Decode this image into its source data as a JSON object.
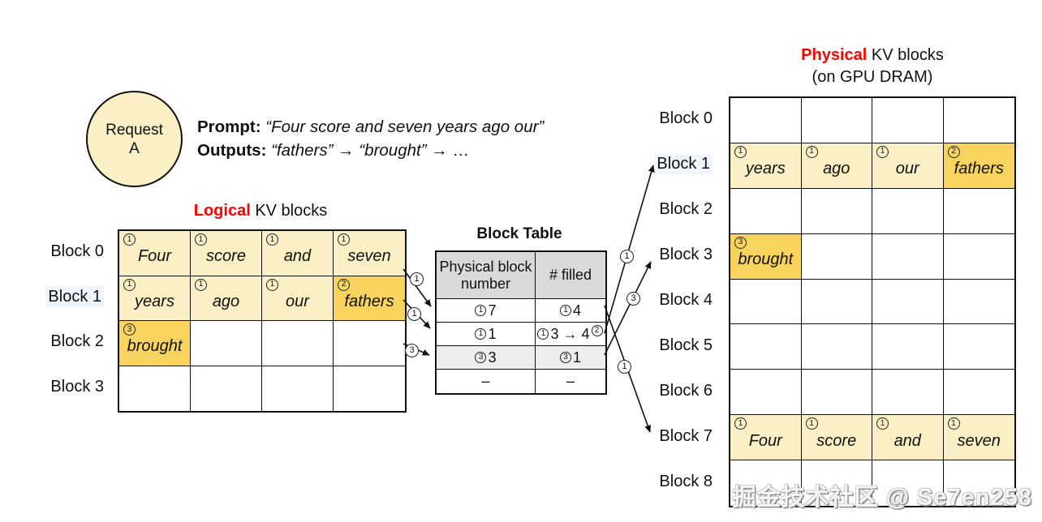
{
  "request_node": {
    "line1": "Request",
    "line2": "A"
  },
  "prompt_panel": {
    "prompt_label": "Prompt:",
    "prompt_value": "“Four score and seven years ago our”",
    "outputs_label": "Outputs:",
    "outputs_word1": "“fathers”",
    "outputs_arrow1": "→",
    "outputs_word2": "“brought”",
    "outputs_arrow2": "→",
    "outputs_ellipsis": "…"
  },
  "logical": {
    "title_accent": "Logical",
    "title_rest": " KV blocks",
    "row_labels": [
      "Block 0",
      "Block 1",
      "Block 2",
      "Block 3"
    ],
    "cells": {
      "r0c0": {
        "badge": "1",
        "word": "Four"
      },
      "r0c1": {
        "badge": "1",
        "word": "score"
      },
      "r0c2": {
        "badge": "1",
        "word": "and"
      },
      "r0c3": {
        "badge": "1",
        "word": "seven"
      },
      "r1c0": {
        "badge": "1",
        "word": "years"
      },
      "r1c1": {
        "badge": "1",
        "word": "ago"
      },
      "r1c2": {
        "badge": "1",
        "word": "our"
      },
      "r1c3": {
        "badge": "2",
        "word": "fathers"
      },
      "r2c0": {
        "badge": "3",
        "word": "brought"
      }
    }
  },
  "block_table": {
    "title": "Block Table",
    "col1_header": "Physical block number",
    "col2_header": "# filled",
    "rows": [
      {
        "pbn_badge": "1",
        "pbn": "7",
        "filled_badge": "1",
        "filled": "4"
      },
      {
        "pbn_badge": "1",
        "pbn": "1",
        "filled_badge": "1",
        "filled": "3 → 4",
        "filled_badge2": "2"
      },
      {
        "pbn_badge": "3",
        "pbn": "3",
        "filled_badge": "3",
        "filled": "1"
      },
      {
        "pbn": "–",
        "filled": "–"
      }
    ]
  },
  "physical": {
    "title_accent": "Physical",
    "title_rest": " KV blocks",
    "subtitle": "(on GPU DRAM)",
    "row_labels": [
      "Block 0",
      "Block 1",
      "Block 2",
      "Block 3",
      "Block 4",
      "Block 5",
      "Block 6",
      "Block 7",
      "Block 8"
    ],
    "cells": {
      "r1c0": {
        "badge": "1",
        "word": "years"
      },
      "r1c1": {
        "badge": "1",
        "word": "ago"
      },
      "r1c2": {
        "badge": "1",
        "word": "our"
      },
      "r1c3": {
        "badge": "2",
        "word": "fathers"
      },
      "r3c0": {
        "badge": "3",
        "word": "brought"
      },
      "r7c0": {
        "badge": "1",
        "word": "Four"
      },
      "r7c1": {
        "badge": "1",
        "word": "score"
      },
      "r7c2": {
        "badge": "1",
        "word": "and"
      },
      "r7c3": {
        "badge": "1",
        "word": "seven"
      }
    }
  },
  "arrows": {
    "left": [
      {
        "label": "1",
        "from": "logical Block 0",
        "to": "block table row 1"
      },
      {
        "label": "1",
        "from": "logical Block 1",
        "to": "block table row 2"
      },
      {
        "label": "3",
        "from": "logical Block 2",
        "to": "block table row 3"
      }
    ],
    "right": [
      {
        "label": "1",
        "from": "block table row 2",
        "to": "physical Block 1"
      },
      {
        "label": "3",
        "from": "block table row 3",
        "to": "physical Block 3"
      },
      {
        "label": "1",
        "from": "block table row 1",
        "to": "physical Block 7"
      }
    ]
  },
  "watermark": "掘金技术社区 @ Se7en258",
  "colors": {
    "cream": "#FBEFC6",
    "gold": "#F8D45E",
    "header_gray": "#D9D9D9",
    "row_gray": "#EDEDED",
    "accent_red": "#FF0000"
  }
}
